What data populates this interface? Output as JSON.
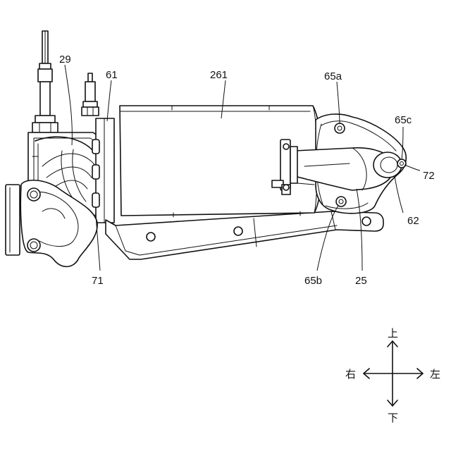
{
  "labels": {
    "l29": "29",
    "l61": "61",
    "l261": "261",
    "l65a": "65a",
    "l65c": "65c",
    "l72": "72",
    "l62": "62",
    "l25": "25",
    "l65b": "65b",
    "l71": "71"
  },
  "compass": {
    "up": "上",
    "down": "下",
    "right": "右",
    "left": "左"
  }
}
